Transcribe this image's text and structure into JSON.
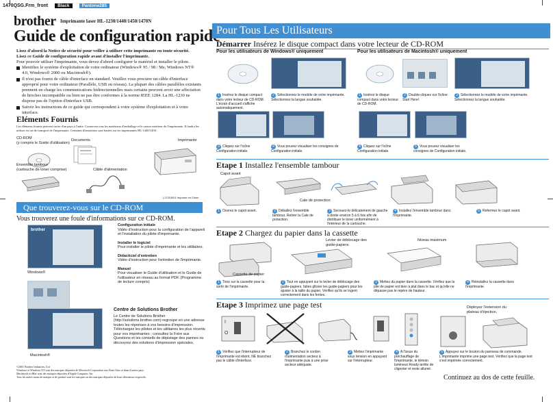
{
  "print_header": {
    "file": "1470QSG.Frm_front",
    "black": "Black",
    "pantone": "Pantone285"
  },
  "left": {
    "brand": "brother",
    "model_line": "Imprimante laser HL-1230/1440/1450/1470N",
    "title": "Guide de configuration rapide",
    "intro_bold_1": "Lisez d'abord la Notice de sécurité pour veiller à utiliser cette imprimante en toute sécurité.",
    "intro_bold_2": "Lisez ce Guide de configuration rapide avant d'installer l'imprimante.",
    "intro_text": "Pour pouvoir utiliser l'imprimante, vous devez d'abord configurer le matériel et installer le pilote.",
    "bullets": [
      "Identifiez le système d'exploitation de votre ordinateur (Windows® 95 / 98 / Me, Windows NT® 4.0, Windows® 2000 ou Macintosh®).",
      "Il n'est pas fourni de câble d'interface en standard. Veuillez vous procurer un câble d'interface approprié pour votre ordinateur (Parallèle, USB ou réseau). La plupart des câbles parallèles existants prennent en charge les communications bidirectionnelles mais certains peuvent avoir une affectation de broches incompatible ou bien ne pas être conformes à la norme IEEE 1284. La HL-1230 ne dispose pas de l'option d'interface USB.",
      "Suivez les instructions de ce guide qui correspondent à votre système d'exploitation et à votre interface."
    ],
    "supplies_title": "Eléments Fournis",
    "supplies_note": "Les éléments fournis peuvent varier d'un pays à l'autre. Conservez tous les matériaux d'emballage et le carton extérieur de l'imprimante. Il faudra les utiliser en cas de transport de l'imprimante. Certaines illustrations sont basées sur les imprimantes HL-1440/1450.",
    "supplies": {
      "cdrom": "CD-ROM",
      "cdrom_sub": "(y compris le Guide d'utilisation)",
      "documents": "Documents",
      "printer": "Imprimante",
      "drum": "Ensemble tambour",
      "drum_sub": "(cartouche de toner comprise)",
      "cable": "Câble d'alimentation",
      "code": "LJ7215001 Imprimé en Chine"
    },
    "cd_title": "Que trouverez-vous sur le CD-ROM",
    "cd_sub": "Vous trouverez une foule d'informations sur ce CD-ROM.",
    "windows_label": "Windows®",
    "mac_label": "Macintosh®",
    "cd_items": [
      {
        "title": "Configuration initiale",
        "text": "Vidéo d'instruction pour la configuration de l'appareil et l'installation du pilote d'imprimante."
      },
      {
        "title": "Installer le logiciel",
        "text": "Pour installer le pilote d'imprimante et les utilitaires."
      },
      {
        "title": "Didacticiel d'entretien",
        "text": "Vidéo d'instruction pour l'entretien de l'imprimante."
      },
      {
        "title": "Manuel",
        "text": "Pour visualiser le Guide d'utilisation et le Guide de l'utilisateur en réseau au format PDF. (Programme de lecture compris)"
      }
    ],
    "centre_title": "Centre de Solutions Brother",
    "centre_text": "Le Centre de Solutions Brother (http://solutions.brother.com) regroupe en une adresse toutes les réponses à vos besoins d'impression. Téléchargez les pilotes et les utilitaires les plus récents pour vos imprimantes ; consultez la Foire aux Questions et les conseils de dépistage des pannes ou découvrez des solutions d'impression spéciales.",
    "legal": [
      "©2001 Brother Industries, Ltd",
      "Windows et Windows NT sont des marques déposées de Microsoft Corporation aux Etats-Unis et dans d'autres pays.",
      "Macintosh et iMac sont des marques déposées d'Apple Computer, Inc.",
      "Tous les autres noms de marque et de produit sont les marques ou des marques déposées de leurs détenteurs respectifs."
    ]
  },
  "right": {
    "bar_title": "Pour Tous Les Utilisateurs",
    "start_bold": "Démarrer",
    "start_text": "Insérez le disque compact dans votre lecteur de CD-ROM",
    "win_head": "Pour les utilisateurs de Windows® uniquement",
    "mac_head": "Pour les utilisateurs de Macintosh® uniquement",
    "win_steps": [
      "Insérez le disque compact dans votre lecteur de CD-ROM. L'écran d'accueil s'affiche automatiquement.",
      "Sélectionnez le modèle de votre imprimante. Sélectionnez la langue souhaitée.",
      "Cliquez sur l'icône Configuration initiale.",
      "Vous pouvez visualiser les consignes de Configuration initiale."
    ],
    "mac_steps": [
      "Insérez le disque compact dans votre lecteur de CD-ROM.",
      "Double-cliquez sur l'icône Start Here!.",
      "Sélectionnez le modèle de votre imprimante. Sélectionnez la langue souhaitée.",
      "Cliquez sur l'icône Configuration initiale.",
      "Vous pouvez visualiser les consignes de Configuration initiale."
    ],
    "etape1_bold": "Etape 1",
    "etape1_text": "Installez l'ensemble tambour",
    "etape1_labels": {
      "front_cover": "Capot avant",
      "protective_part": "Cale de protection"
    },
    "etape1_steps": [
      "Ouvrez le capot avant.",
      "Déballez l'ensemble tambour. Retirer la Cale de protection.",
      "Secouez-le délicatement de gauche à droite environ 5 à 6 fois afin de distribuer le toner uniformément à l'intérieur de la cartouche.",
      "Installez l'ensemble tambour dans l'imprimante.",
      "Refermez le capot avant."
    ],
    "etape2_bold": "Etape 2",
    "etape2_text": "Chargez du papier dans la cassette",
    "etape2_labels": {
      "lever": "Levier de déblocage des guide-papiers",
      "max": "Niveau maximum",
      "tray": "Cassette de papier"
    },
    "etape2_steps": [
      "Tirez sur la cassette pour la sortir de l'imprimante.",
      "Tout en appuyant sur le levier de déblocage des guide-papiers, faites glisser les guide-papiers pour les ajuster à la taille du papier. Vérifiez qu'ils se logent correctement dans les fentes.",
      "Mettez du papier dans la cassette. Vérifiez que la pile de papier est bien à plat dans le bac et qu'elle ne dépasse pas le repère de hauteur.",
      "Réinstallez la cassette dans l'imprimante."
    ],
    "etape3_bold": "Etape 3",
    "etape3_text": "Imprimez une page test",
    "etape3_labels": {
      "extension": "Déployez l'extension du plateau d'éjection."
    },
    "etape3_steps": [
      "Vérifiez que l'interrupteur de l'imprimante est éteint. NE branchez pas le câble d'interface.",
      "Branchez le cordon d'alimentation secteur à l'imprimante puis à une prise secteur adéquate.",
      "Mettez l'imprimante sous tension en appuyant sur l'interrupteur.",
      "A l'issue du préchauffage de l'imprimante, le témoin lumineux Ready arrête de clignoter et reste allumé.",
      "Appuyez sur le bouton du panneau de commande. L'imprimante imprime une page test. Vérifiez que la page test s'est imprimée correctement."
    ],
    "footer": "Continuez au dos de cette feuille."
  },
  "colors": {
    "accent": "#3f8fd2",
    "black": "#1a1a1a"
  }
}
